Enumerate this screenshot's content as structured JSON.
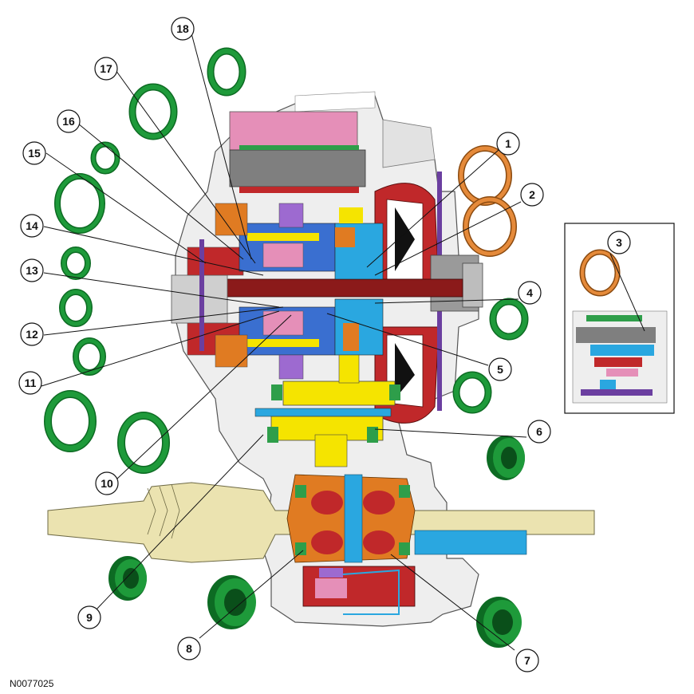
{
  "figure": {
    "id": "N0077025"
  },
  "callouts": [
    {
      "label": "1",
      "part": "seal-ring"
    },
    {
      "label": "2",
      "part": "seal-ring"
    },
    {
      "label": "3",
      "part": "seal-ring"
    },
    {
      "label": "4",
      "part": "thrust-bearing"
    },
    {
      "label": "5",
      "part": "thrust-bearing"
    },
    {
      "label": "6",
      "part": "tapered-roller-bearing"
    },
    {
      "label": "7",
      "part": "tapered-roller-bearing"
    },
    {
      "label": "8",
      "part": "tapered-roller-bearing"
    },
    {
      "label": "9",
      "part": "tapered-roller-bearing"
    },
    {
      "label": "10",
      "part": "thrust-bearing"
    },
    {
      "label": "11",
      "part": "thrust-bearing"
    },
    {
      "label": "12",
      "part": "thrust-bearing"
    },
    {
      "label": "13",
      "part": "thrust-bearing"
    },
    {
      "label": "14",
      "part": "thrust-bearing"
    },
    {
      "label": "15",
      "part": "thrust-bearing"
    },
    {
      "label": "16",
      "part": "thrust-bearing"
    },
    {
      "label": "17",
      "part": "thrust-bearing"
    },
    {
      "label": "18",
      "part": "thrust-bearing"
    }
  ],
  "colors": {
    "bearing": "#1e9a3a",
    "bearing_dark": "#0d6b23",
    "seal": "#e58a3a",
    "housing": "#d8d8d8",
    "shaft": "#ebe3b0",
    "red": "#c0282a",
    "blue": "#2aa7e0",
    "yellow": "#f5e400",
    "orange": "#e07b22",
    "purple": "#6b3fa0",
    "pink": "#e07ab0",
    "green": "#2e9e4a",
    "gray": "#7f7f7f"
  }
}
